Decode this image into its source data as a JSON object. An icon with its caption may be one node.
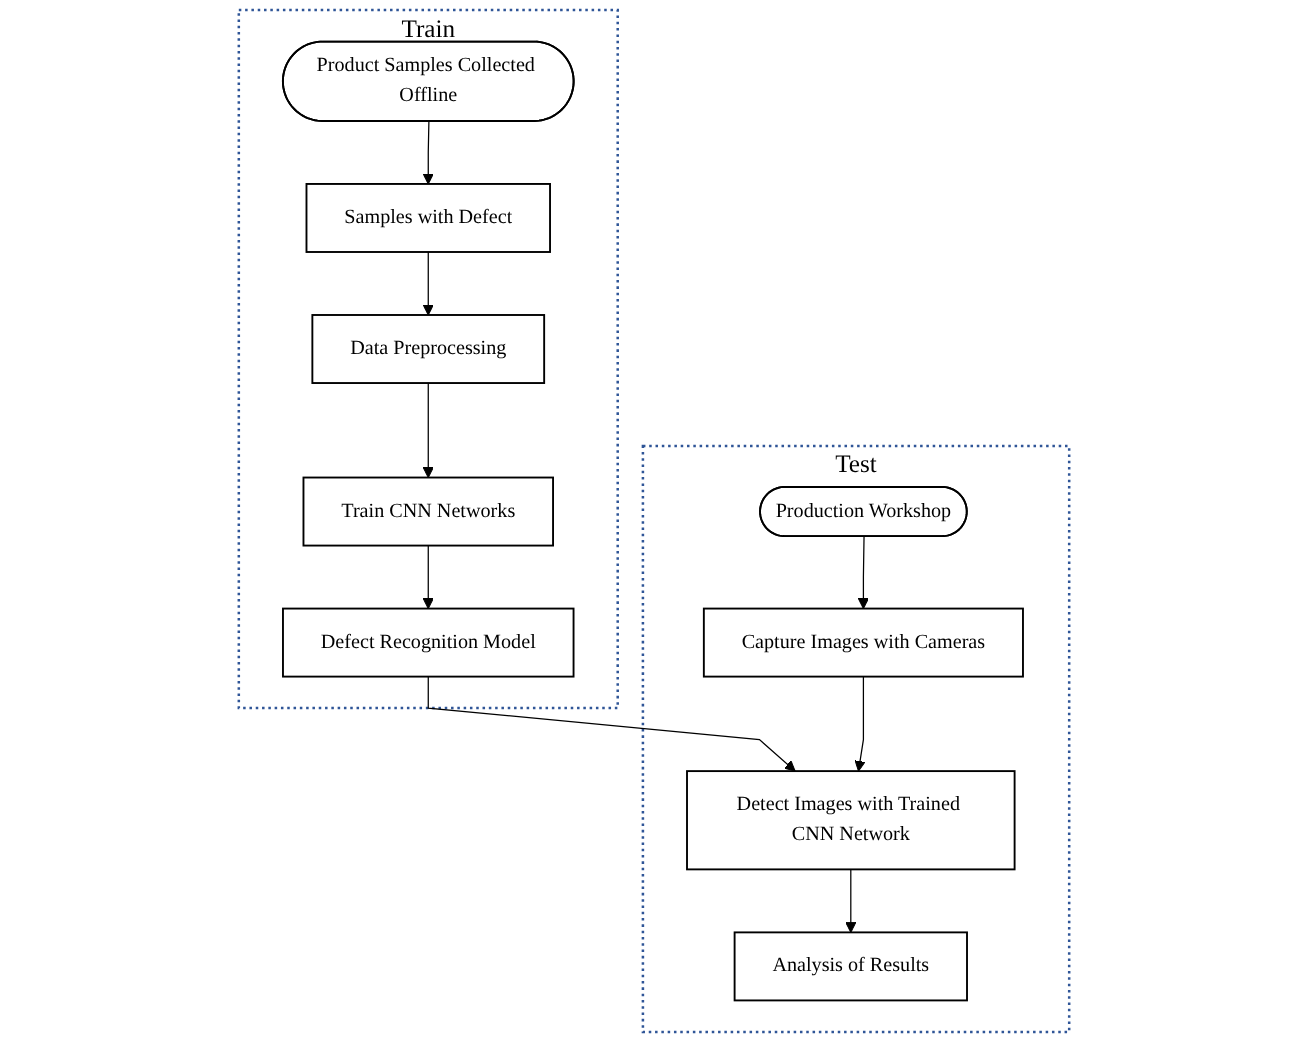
{
  "diagram": {
    "nodes": [
      {
        "text": [
          "Train"
        ]
      },
      {
        "text": [
          "Product Samples Collected Offline"
        ],
        "in": 0
      },
      {
        "text": [
          "Samples with Defect"
        ],
        "in": 0
      },
      {
        "text": [
          "Data Preprocessing"
        ],
        "in": 0
      },
      {
        "text": [
          "Train CNN Networks"
        ],
        "in": 0
      },
      {
        "text": [
          "Defect Recognition Model"
        ],
        "in": 0
      },
      {
        "text": [
          "Test"
        ]
      },
      {
        "text": [
          "Production Workshop"
        ],
        "in": 6
      },
      {
        "text": [
          "Capture Images with Cameras"
        ],
        "in": 6
      },
      {
        "text": [
          "Detect Images with Trained CNN Network"
        ],
        "in": 6
      },
      {
        "text": [
          "Analysis of Results"
        ],
        "in": 6
      }
    ],
    "edges": [
      {
        "from": 1,
        "to": 2,
        "arrow": "to"
      },
      {
        "from": 2,
        "to": 3,
        "arrow": "to"
      },
      {
        "from": 3,
        "to": 4,
        "arrow": "to"
      },
      {
        "from": 4,
        "to": 5,
        "arrow": "to"
      },
      {
        "from": 5,
        "to": 9,
        "arrow": "to"
      },
      {
        "from": 7,
        "to": 8,
        "arrow": "to"
      },
      {
        "from": 8,
        "to": 9,
        "arrow": "to"
      },
      {
        "from": 9,
        "to": 10,
        "arrow": "to"
      }
    ]
  }
}
